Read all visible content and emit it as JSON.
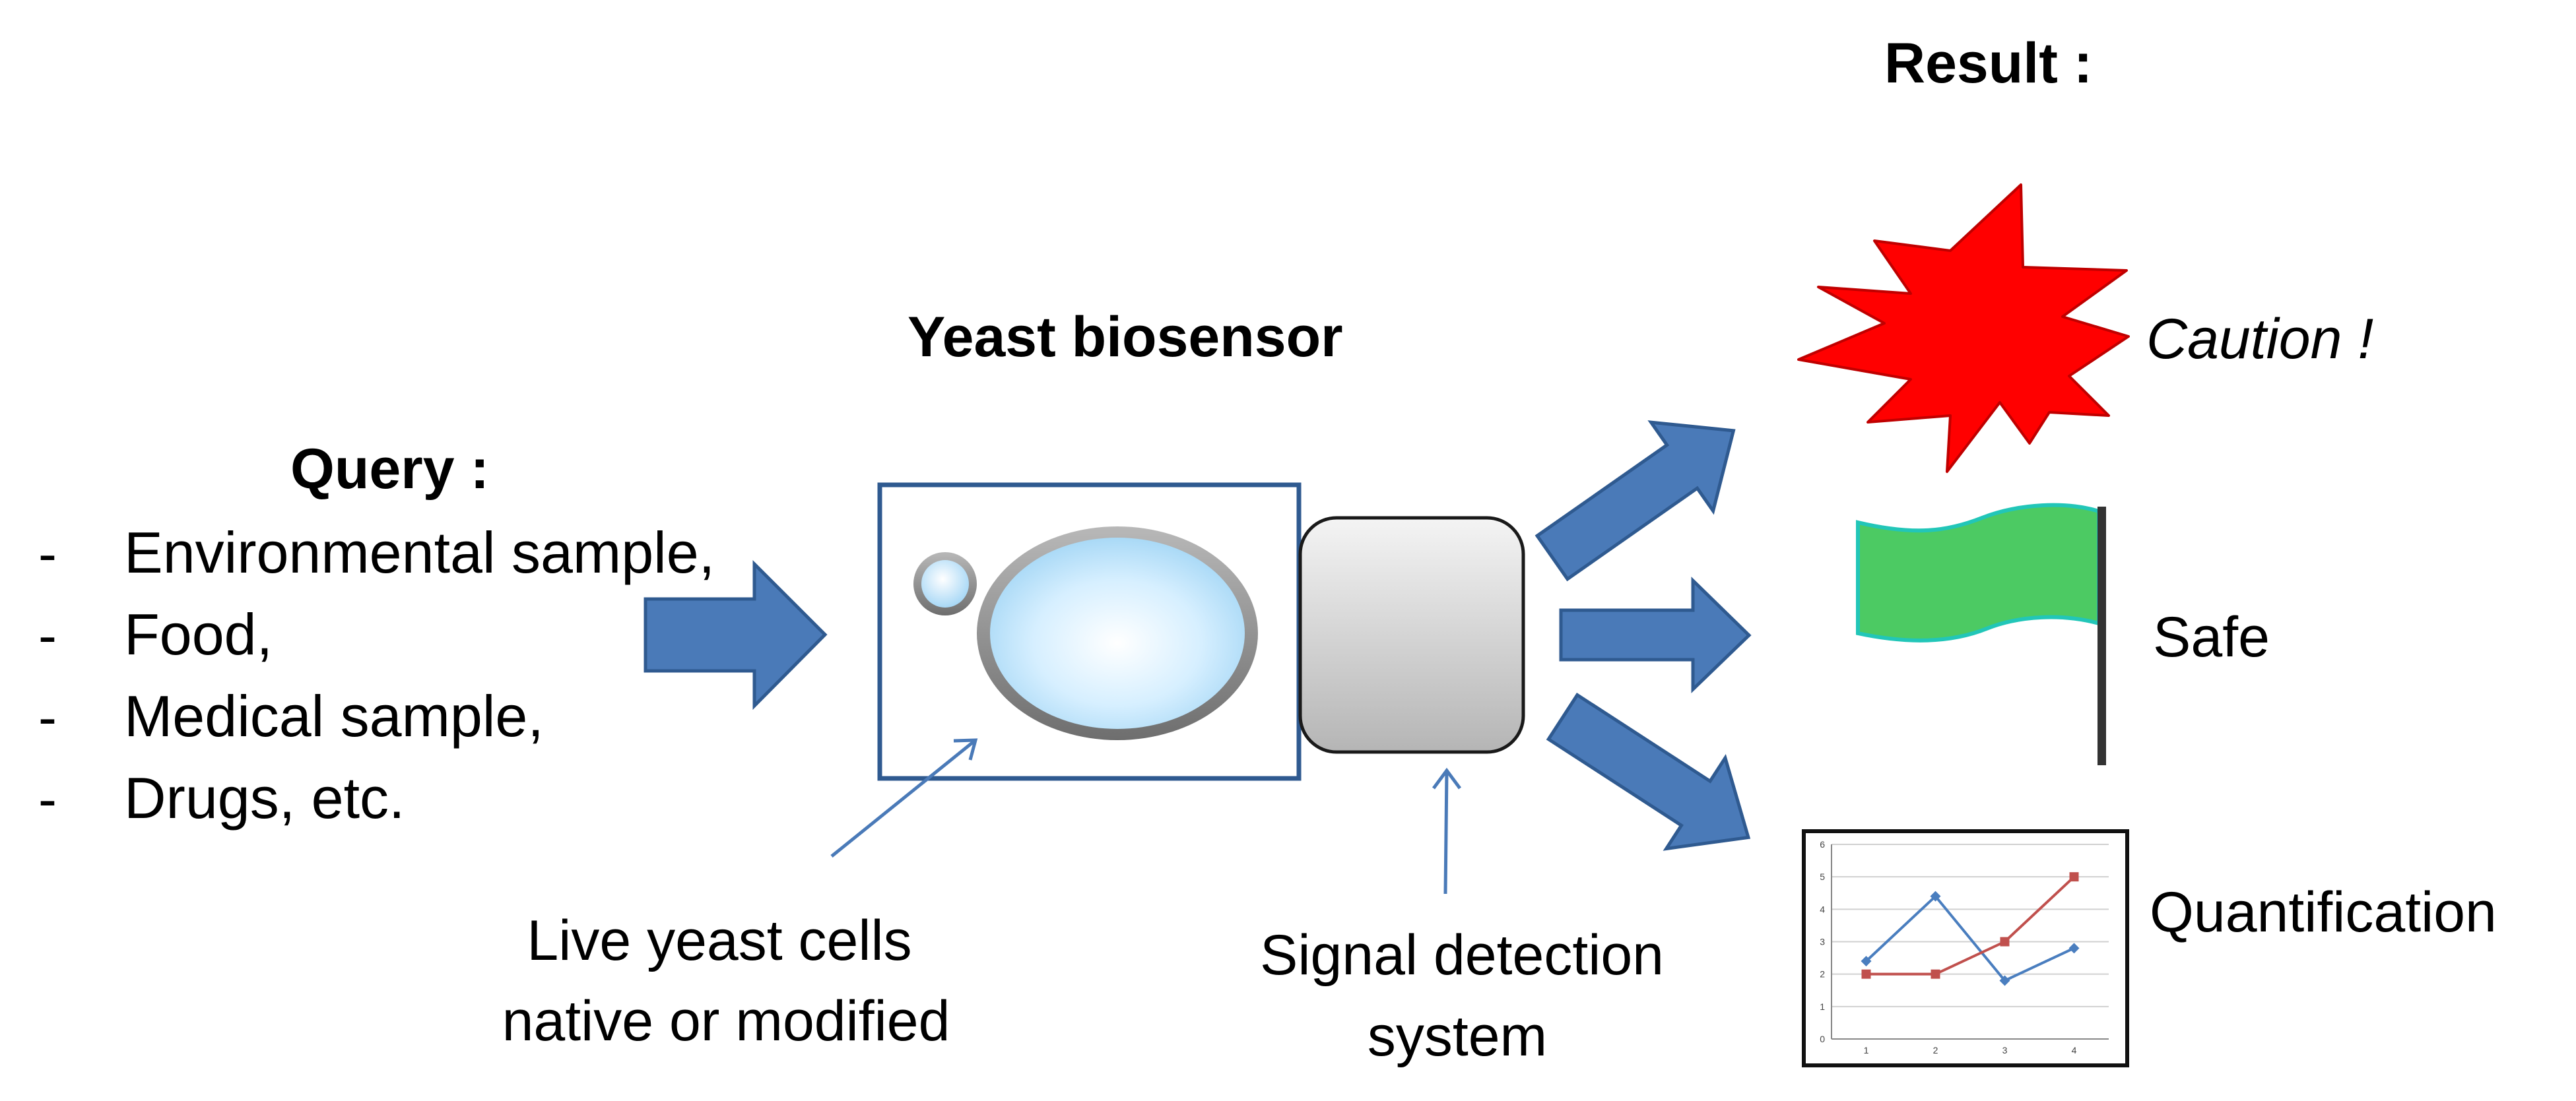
{
  "result_title": "Result :",
  "biosensor_title": "Yeast biosensor",
  "query": {
    "title": "Query :",
    "bullet": "-",
    "items": [
      "Environmental sample,",
      "Food,",
      "Medical sample,",
      "Drugs, etc."
    ]
  },
  "labels": {
    "cells_line1": "Live yeast cells",
    "cells_line2": "native or modified",
    "signal_line1": "Signal detection",
    "signal_line2": "system"
  },
  "results": {
    "caution": "Caution !",
    "safe": "Safe",
    "quantification": "Quantification"
  },
  "colors": {
    "arrow_fill": "#4a7ab8",
    "arrow_stroke": "#2f5a90",
    "burst": "#ff0000",
    "flag": "#4cca63",
    "flag_edge": "#22c6b8",
    "series_blue": "#4a7ebf",
    "series_red": "#c0504d"
  },
  "chart_data": {
    "type": "line",
    "x": [
      1,
      2,
      3,
      4
    ],
    "series": [
      {
        "values": [
          2.4,
          4.4,
          1.8,
          2.8
        ]
      },
      {
        "values": [
          2,
          2,
          3,
          5
        ]
      }
    ],
    "ylim": [
      0,
      6
    ],
    "yticks": [
      "0",
      "1",
      "2",
      "3",
      "4",
      "5",
      "6"
    ],
    "xticks": [
      "1",
      "2",
      "3",
      "4"
    ],
    "grid": true
  }
}
